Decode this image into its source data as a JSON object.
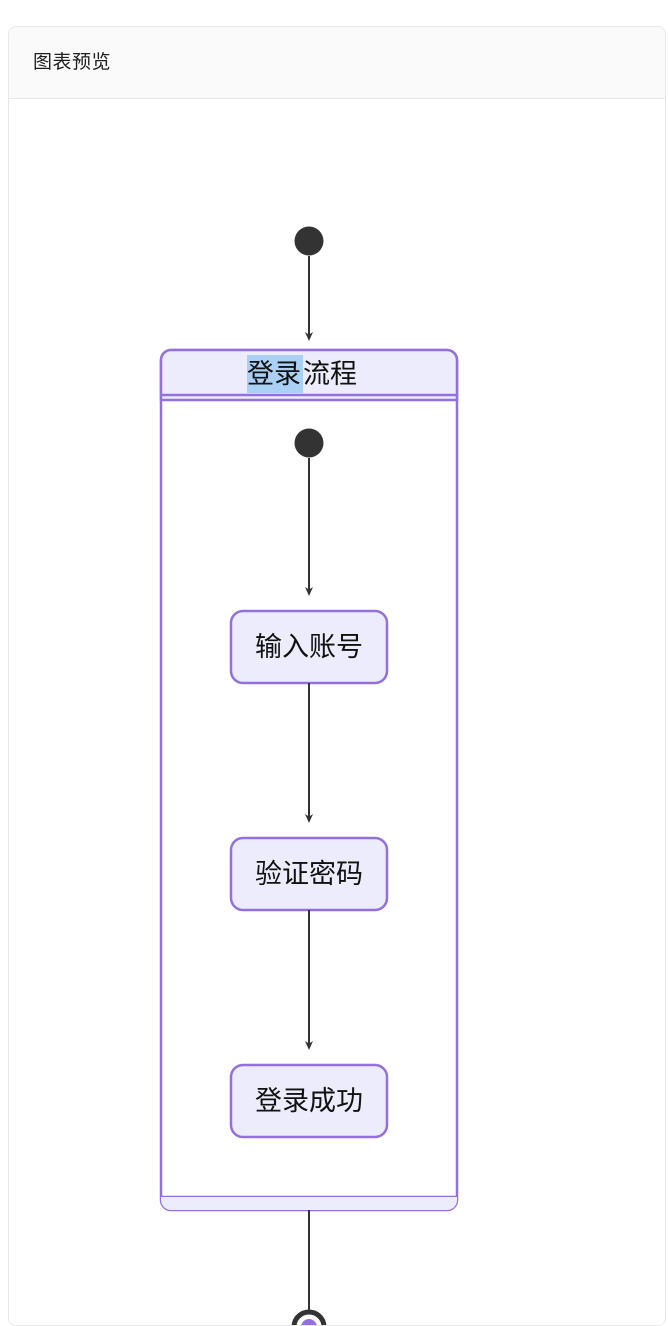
{
  "card": {
    "header": {
      "title": "图表预览"
    }
  },
  "theme": {
    "page_background": "#ffffff",
    "card_border": "#e8e8e8",
    "header_background": "#fafafa",
    "header_text": "#1f1f1f",
    "node_fill": "#ececfc",
    "node_stroke": "#9370db",
    "cluster_fill": "#ffffff",
    "cluster_title_fill": "#ececfc",
    "cluster_stroke": "#9370db",
    "edge_stroke": "#333333",
    "start_node_fill": "#333333",
    "end_inner_fill": "#9370db",
    "selection_highlight": "#aad1f5"
  },
  "diagram": {
    "type": "state-diagram",
    "start_node": {
      "name": "outer-start",
      "shape": "filled-circle"
    },
    "composite_state": {
      "title": "登录流程",
      "title_selected_text": "登录",
      "title_unselected_text": "流程",
      "inner_start_node": {
        "name": "inner-start",
        "shape": "filled-circle"
      },
      "states": [
        {
          "id": "state-1",
          "label": "输入账号"
        },
        {
          "id": "state-2",
          "label": "验证密码"
        },
        {
          "id": "state-3",
          "label": "登录成功"
        }
      ]
    },
    "end_node": {
      "name": "end-state",
      "shape": "double-circle"
    },
    "edges": [
      {
        "from": "outer-start",
        "to": "登录流程"
      },
      {
        "from": "inner-start",
        "to": "输入账号"
      },
      {
        "from": "输入账号",
        "to": "验证密码"
      },
      {
        "from": "验证密码",
        "to": "登录成功"
      },
      {
        "from": "登录流程",
        "to": "end-state"
      }
    ]
  }
}
